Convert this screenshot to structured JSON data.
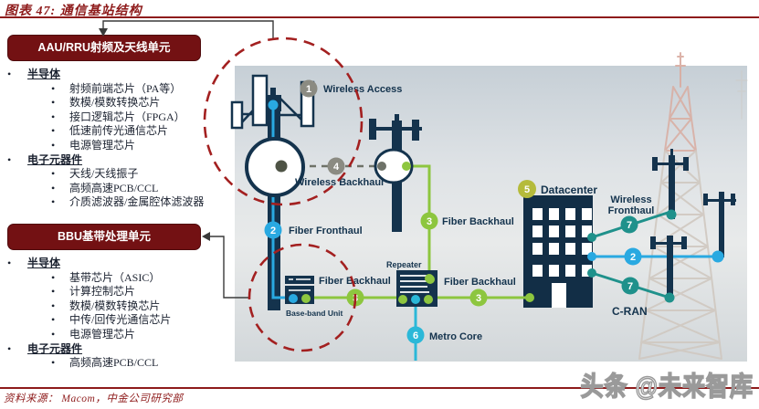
{
  "header": {
    "title": "图表 47: 通信基站结构"
  },
  "left_panel": {
    "aau_box_label": "AAU/RRU射频及天线单元",
    "aau_groups": [
      {
        "heading": "半导体",
        "items": [
          "射频前端芯片（PA等）",
          "数模/模数转换芯片",
          "接口逻辑芯片（FPGA）",
          "低速前传光通信芯片",
          "电源管理芯片"
        ]
      },
      {
        "heading": "电子元器件",
        "items": [
          "天线/天线振子",
          "高频高速PCB/CCL",
          "介质滤波器/金属腔体滤波器"
        ]
      }
    ],
    "bbu_box_label": "BBU基带处理单元",
    "bbu_groups": [
      {
        "heading": "半导体",
        "items": [
          "基带芯片（ASIC）",
          "计算控制芯片",
          "数模/模数转换芯片",
          "中传/回传光通信芯片",
          "电源管理芯片"
        ]
      },
      {
        "heading": "电子元器件",
        "items": [
          "高频高速PCB/CCL"
        ]
      }
    ]
  },
  "diagram": {
    "steps": [
      {
        "num": "1",
        "label": "Wireless Access"
      },
      {
        "num": "2",
        "label": "Fiber Fronthaul"
      },
      {
        "num": "3",
        "label": "Fiber Backhaul"
      },
      {
        "num": "4",
        "label": "Wireless Backhaul"
      },
      {
        "num": "5",
        "label": "Datacenter"
      },
      {
        "num": "6",
        "label": "Metro Core"
      },
      {
        "num": "7",
        "label": "Wireless Fronthaul"
      }
    ],
    "labels": {
      "repeater": "Repeater",
      "baseband_unit": "Base-band Unit",
      "cran": "C-RAN",
      "wireless": "Wireless",
      "fronthaul": "Fronthaul"
    },
    "colors": {
      "navy": "#14334D",
      "blue": "#29A9E1",
      "green": "#8DC63F",
      "teal": "#1F918B",
      "cyan": "#2BB8D8",
      "gray": "#8B8B82",
      "olive": "#B5BB3B",
      "maroon": "#8E1B1B"
    }
  },
  "footer": {
    "source": "资料来源： Macom，中金公司研究部",
    "watermark": "头条 @未来智库"
  }
}
